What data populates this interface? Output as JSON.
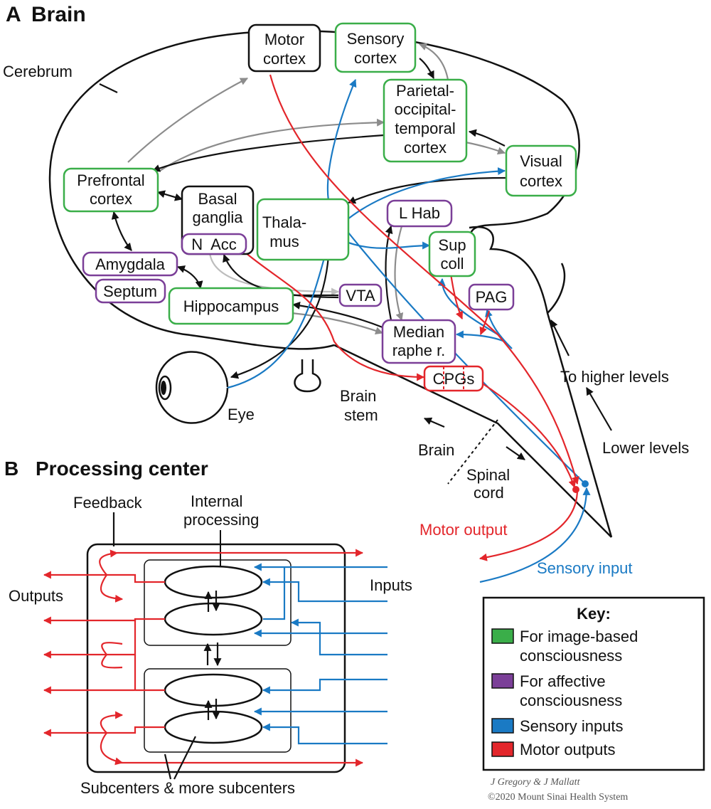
{
  "panel_a": {
    "letter": "A",
    "title": "Brain",
    "labels": {
      "cerebrum": "Cerebrum",
      "motor_cortex": [
        "Motor",
        "cortex"
      ],
      "sensory_cortex": [
        "Sensory",
        "cortex"
      ],
      "pot_cortex": [
        "Parietal-",
        "occipital-",
        "temporal",
        "cortex"
      ],
      "visual_cortex": [
        "Visual",
        "cortex"
      ],
      "prefrontal_cortex": [
        "Prefrontal",
        "cortex"
      ],
      "basal_ganglia": [
        "Basal",
        "ganglia"
      ],
      "n_acc": "N  Acc",
      "thalamus": [
        "Thala-",
        "mus"
      ],
      "l_hab": "L Hab",
      "sup_coll": [
        "Sup",
        "coll"
      ],
      "amygdala": "Amygdala",
      "septum": "Septum",
      "vta": "VTA",
      "pag": "PAG",
      "hippocampus": "Hippocampus",
      "median_raphe": [
        "Median",
        "raphe r."
      ],
      "cpgs": "CPGs",
      "eye": "Eye",
      "brain_stem": [
        "Brain",
        "stem"
      ],
      "brain": "Brain",
      "spinal_cord": [
        "Spinal",
        "cord"
      ],
      "to_higher_levels": "To higher levels",
      "lower_levels": "Lower levels",
      "motor_output": "Motor output",
      "sensory_input": "Sensory input"
    }
  },
  "panel_b": {
    "letter": "B",
    "title": "Processing center",
    "labels": {
      "feedback": "Feedback",
      "internal_processing": [
        "Internal",
        "processing"
      ],
      "outputs": "Outputs",
      "inputs": "Inputs",
      "subcenters": "Subcenters & more subcenters"
    }
  },
  "key": {
    "title": "Key:",
    "items": [
      {
        "color": "#3aae49",
        "lines": [
          "For image-based",
          "consciousness"
        ]
      },
      {
        "color": "#7b3f98",
        "lines": [
          "For affective",
          "consciousness"
        ]
      },
      {
        "color": "#1a7ac4",
        "lines": [
          "Sensory inputs"
        ]
      },
      {
        "color": "#e3262b",
        "lines": [
          "Motor outputs"
        ]
      }
    ]
  },
  "credit": {
    "authors": "J Gregory & J Mallatt",
    "copyright": "©2020 Mount Sinai Health System"
  },
  "colors": {
    "green": "#3aae49",
    "purple": "#7b3f98",
    "blue": "#1a7ac4",
    "red": "#e3262b",
    "gray": "#8c8c8c"
  }
}
